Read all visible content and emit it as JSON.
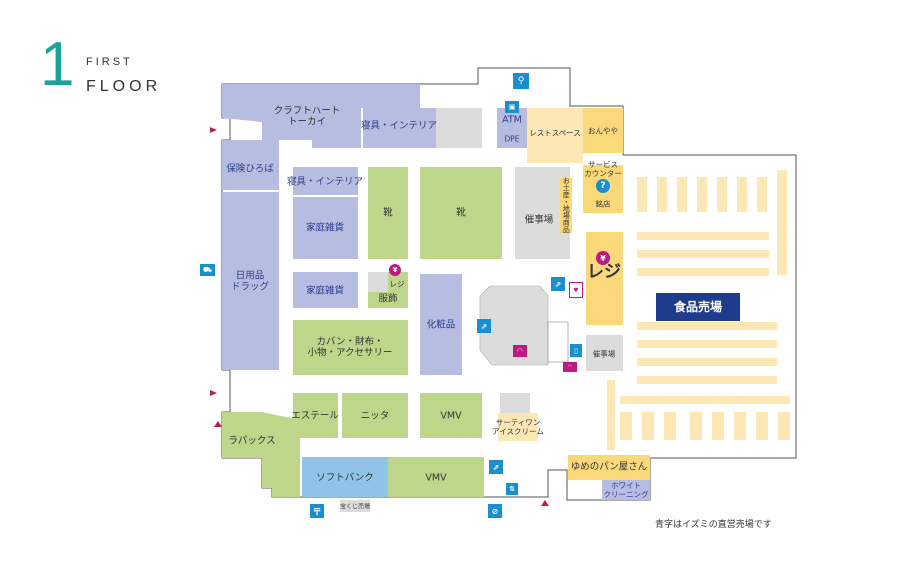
{
  "header": {
    "number": "1",
    "first": "FIRST",
    "floor": "FLOOR"
  },
  "note": "青字はイズミの直営売場です",
  "colors": {
    "blue_zone": "#b7bde0",
    "green_zone": "#bed68a",
    "yellow_zone": "#fbd97a",
    "cream_zone": "#fde7b5",
    "gray_zone": "#dcdcdc",
    "accent": "#1aa39a",
    "icon_blue": "#1a8fd0",
    "icon_magenta": "#c0197f"
  },
  "labels": {
    "crafthearttokai": "クラフトハート\nトーカイ",
    "bedding_top": "寝具・インテリア",
    "atm": "ATM",
    "dpe": "DPE",
    "restspace": "レストスペース",
    "onyaya": "おんやや",
    "service": "サービス\nカウンター",
    "meiten": "銘店",
    "hoken": "保険ひろば",
    "bedding_left": "寝具・インテリア",
    "kateizakka1": "家庭雑貨",
    "kateizakka2": "家庭雑貨",
    "kutsu1": "靴",
    "kutsu2": "靴",
    "reji_small": "レジ",
    "fukushoku": "服飾",
    "saijiba1": "催事場",
    "omiyage": "お土産・地場商品",
    "nichiyohin": "日用品\nドラッグ",
    "kesho": "化粧品",
    "bag": "カバン・財布・\n小物・アクセサリー",
    "reji_big": "レジ",
    "food": "食品売場",
    "saijiba2": "催事場",
    "esthetale": "エステール",
    "nitta": "ニッタ",
    "vmv1": "VMV",
    "thirtyone": "サーティワン\nアイスクリーム",
    "yumeno": "ゆめのパン屋さん",
    "white": "ホワイト\nクリーニング",
    "rapax": "ラパックス",
    "softbank": "ソフトバンク",
    "vmv2": "VMV",
    "takarakuji": "宝くじ売場"
  }
}
